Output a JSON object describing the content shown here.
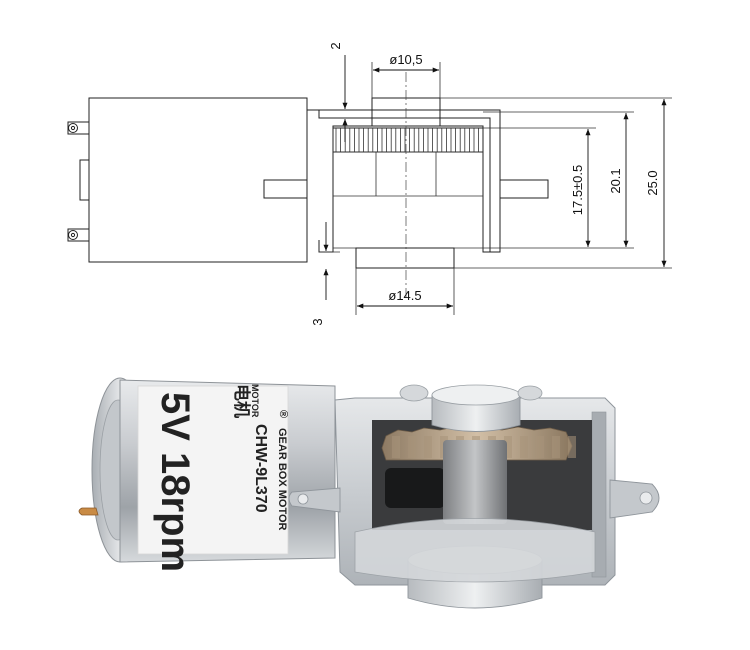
{
  "drawing": {
    "dimensions": {
      "offset_top": "2",
      "top_hub_diameter": "ø10,5",
      "gear_height": "17.5±0.5",
      "housing_height": "20.1",
      "overall_height": "25.0",
      "bottom_hub_diameter": "ø14.5",
      "offset_bottom": "3"
    }
  },
  "photo": {
    "motor_label": {
      "voltage_speed": "5V 18rpm",
      "chinese_chars": "电机",
      "registered_mark": "®",
      "model": "CHW-9L370",
      "line_top": "MOTOR",
      "line_bottom": "GEAR BOX MOTOR"
    },
    "colors": {
      "motor_silver": "#c9ccd0",
      "label_white": "#f4f4f4",
      "housing_aluminium": "#cfd3d6",
      "gear_brass": "#b9a48a",
      "background": "#ffffff"
    }
  }
}
